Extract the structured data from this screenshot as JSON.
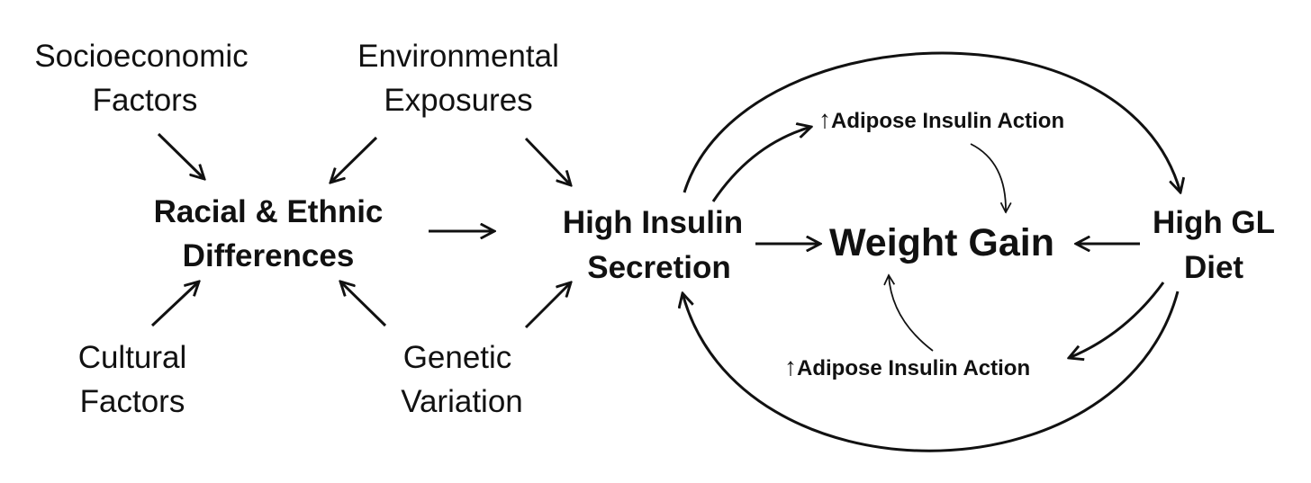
{
  "nodes": {
    "socioeconomic": {
      "line1": "Socioeconomic",
      "line2": "Factors"
    },
    "environmental": {
      "line1": "Environmental",
      "line2": "Exposures"
    },
    "racial": {
      "line1": "Racial & Ethnic",
      "line2": "Differences"
    },
    "cultural": {
      "line1": "Cultural",
      "line2": "Factors"
    },
    "genetic": {
      "line1": "Genetic",
      "line2": "Variation"
    },
    "high_insulin": {
      "line1": "High Insulin",
      "line2": "Secretion"
    },
    "weight_gain": {
      "label": "Weight Gain"
    },
    "high_gl": {
      "line1": "High GL",
      "line2": "Diet"
    },
    "adipose_top": {
      "arrow": "↑",
      "label": "Adipose Insulin Action"
    },
    "adipose_bottom": {
      "arrow": "↑",
      "label": "Adipose Insulin Action"
    }
  },
  "edges": [
    {
      "from": "Socioeconomic Factors",
      "to": "Racial & Ethnic Differences"
    },
    {
      "from": "Environmental Exposures",
      "to": "Racial & Ethnic Differences"
    },
    {
      "from": "Environmental Exposures",
      "to": "High Insulin Secretion"
    },
    {
      "from": "Cultural Factors",
      "to": "Racial & Ethnic Differences"
    },
    {
      "from": "Genetic Variation",
      "to": "Racial & Ethnic Differences"
    },
    {
      "from": "Genetic Variation",
      "to": "High Insulin Secretion"
    },
    {
      "from": "Racial & Ethnic Differences",
      "to": "High Insulin Secretion"
    },
    {
      "from": "High Insulin Secretion",
      "to": "Weight Gain"
    },
    {
      "from": "High GL Diet",
      "to": "Weight Gain"
    },
    {
      "from": "High Insulin Secretion",
      "to": "↑Adipose Insulin Action (top)"
    },
    {
      "from": "↑Adipose Insulin Action (top)",
      "to": "Weight Gain"
    },
    {
      "from": "High Insulin Secretion",
      "to": "High GL Diet"
    },
    {
      "from": "High GL Diet",
      "to": "High Insulin Secretion"
    },
    {
      "from": "High GL Diet",
      "to": "↑Adipose Insulin Action (bottom)"
    },
    {
      "from": "↑Adipose Insulin Action (bottom)",
      "to": "Weight Gain"
    }
  ]
}
